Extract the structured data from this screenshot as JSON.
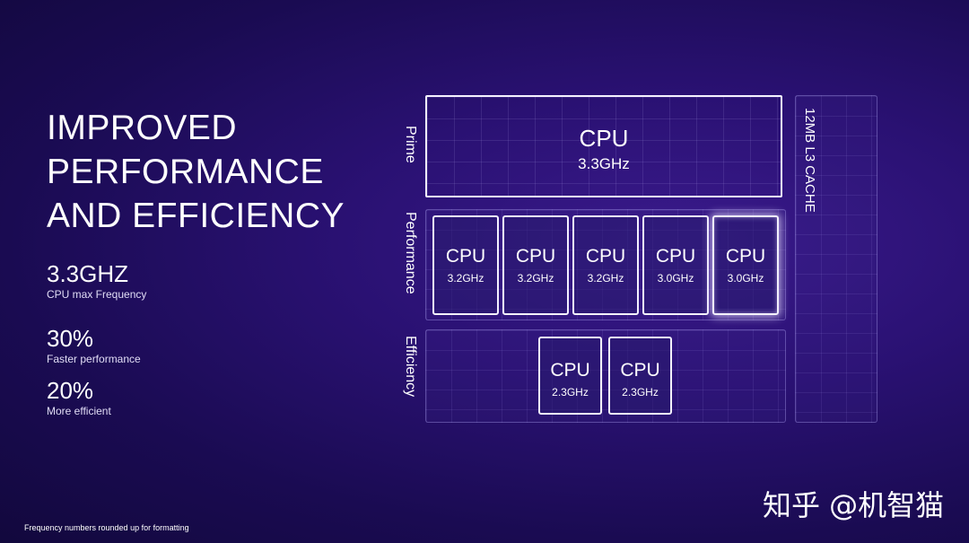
{
  "headline": [
    "IMPROVED",
    "PERFORMANCE",
    "AND EFFICIENCY"
  ],
  "stats": [
    {
      "value": "3.3GHZ",
      "label": "CPU max Frequency"
    },
    {
      "value": "30%",
      "label": "Faster performance"
    },
    {
      "value": "20%",
      "label": "More efficient"
    }
  ],
  "footnote": "Frequency numbers rounded up for formatting",
  "watermark": "知乎 @机智猫",
  "diagram": {
    "cluster_labels": {
      "prime": "Prime",
      "performance": "Performance",
      "efficiency": "Efficiency"
    },
    "cache_label": "12MB L3 CACHE",
    "prime_core": {
      "name": "CPU",
      "freq": "3.3GHz"
    },
    "performance_cores": [
      {
        "name": "CPU",
        "freq": "3.2GHz"
      },
      {
        "name": "CPU",
        "freq": "3.2GHz"
      },
      {
        "name": "CPU",
        "freq": "3.2GHz"
      },
      {
        "name": "CPU",
        "freq": "3.0GHz"
      },
      {
        "name": "CPU",
        "freq": "3.0GHz"
      }
    ],
    "efficiency_cores": [
      {
        "name": "CPU",
        "freq": "2.3GHz"
      },
      {
        "name": "CPU",
        "freq": "2.3GHz"
      }
    ]
  }
}
